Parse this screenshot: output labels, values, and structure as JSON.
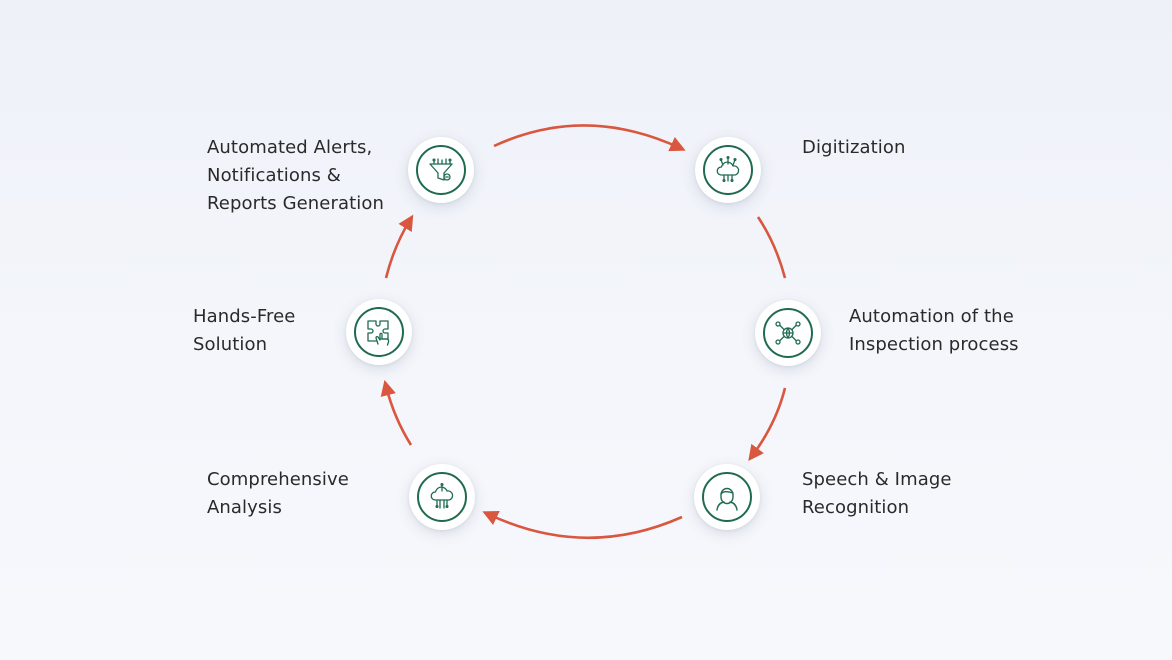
{
  "colors": {
    "arrow": "#d9573f",
    "icon": "#1f6b4f",
    "text": "#2a2a2a"
  },
  "steps": [
    {
      "label_lines": [
        "Digitization"
      ],
      "icon": "cloud-circuit-icon"
    },
    {
      "label_lines": [
        "Automation of the",
        "Inspection process"
      ],
      "icon": "network-globe-icon"
    },
    {
      "label_lines": [
        "Speech & Image",
        "Recognition"
      ],
      "icon": "person-icon"
    },
    {
      "label_lines": [
        "Comprehensive",
        "Analysis"
      ],
      "icon": "cloud-data-icon"
    },
    {
      "label_lines": [
        "Hands-Free",
        "Solution"
      ],
      "icon": "puzzle-hand-icon"
    },
    {
      "label_lines": [
        "Automated Alerts,",
        "Notifications &",
        "Reports Generation"
      ],
      "icon": "funnel-icon"
    }
  ]
}
